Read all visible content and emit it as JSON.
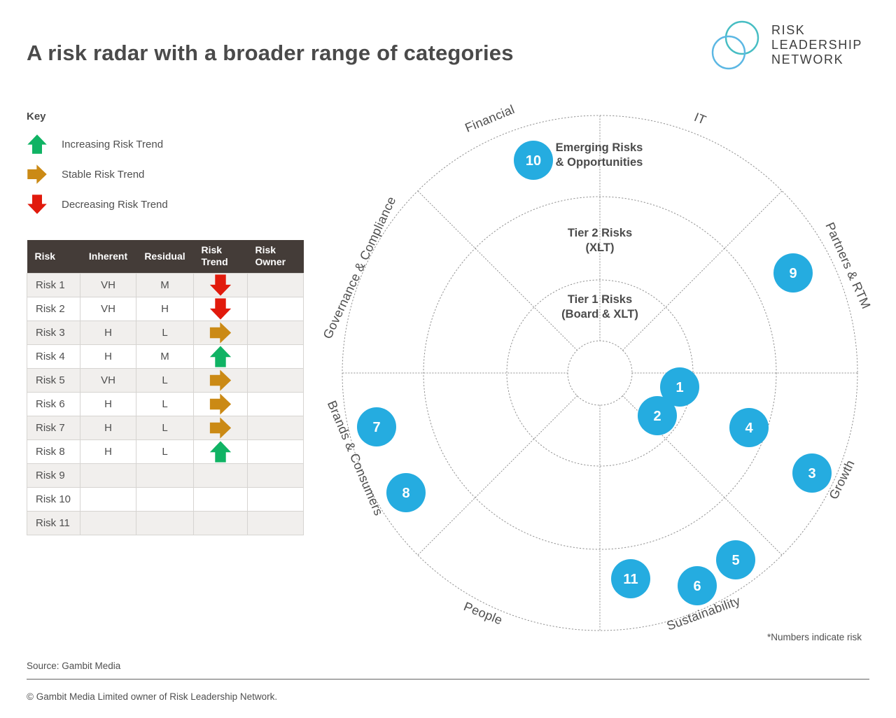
{
  "page": {
    "title": "A risk radar with a broader range of categories",
    "note": "*Numbers indicate risk",
    "source": "Source: Gambit Media",
    "copyright": "© Gambit Media Limited owner of Risk Leadership Network."
  },
  "logo": {
    "line1": "RISK",
    "line2": "LEADERSHIP",
    "line3": "NETWORK"
  },
  "colors": {
    "accent_blue": "#25ace0",
    "trend_up_green": "#10b364",
    "trend_stable_orange": "#cb8a15",
    "trend_down_red": "#e11a0c",
    "table_header_bg": "#443c38",
    "logo_circle_teal": "#46bdc3",
    "logo_circle_blue": "#5bb7e3"
  },
  "key": {
    "heading": "Key",
    "items": [
      {
        "trend": "up",
        "label": "Increasing Risk Trend"
      },
      {
        "trend": "right",
        "label": "Stable Risk Trend"
      },
      {
        "trend": "down",
        "label": "Decreasing Risk Trend"
      }
    ]
  },
  "table": {
    "headers": [
      "Risk",
      "Inherent",
      "Residual",
      "Risk Trend",
      "Risk Owner"
    ],
    "rows": [
      {
        "risk": "Risk 1",
        "inherent": "VH",
        "residual": "M",
        "trend": "down",
        "owner": ""
      },
      {
        "risk": "Risk 2",
        "inherent": "VH",
        "residual": "H",
        "trend": "down",
        "owner": ""
      },
      {
        "risk": "Risk 3",
        "inherent": "H",
        "residual": "L",
        "trend": "right",
        "owner": ""
      },
      {
        "risk": "Risk 4",
        "inherent": "H",
        "residual": "M",
        "trend": "up",
        "owner": ""
      },
      {
        "risk": "Risk 5",
        "inherent": "VH",
        "residual": "L",
        "trend": "right",
        "owner": ""
      },
      {
        "risk": "Risk 6",
        "inherent": "H",
        "residual": "L",
        "trend": "right",
        "owner": ""
      },
      {
        "risk": "Risk 7",
        "inherent": "H",
        "residual": "L",
        "trend": "right",
        "owner": ""
      },
      {
        "risk": "Risk 8",
        "inherent": "H",
        "residual": "L",
        "trend": "up",
        "owner": ""
      },
      {
        "risk": "Risk 9",
        "inherent": "",
        "residual": "",
        "trend": "",
        "owner": ""
      },
      {
        "risk": "Risk 10",
        "inherent": "",
        "residual": "",
        "trend": "",
        "owner": ""
      },
      {
        "risk": "Risk 11",
        "inherent": "",
        "residual": "",
        "trend": "",
        "owner": ""
      }
    ]
  },
  "radar": {
    "categories": [
      "Financial",
      "IT",
      "Partners & RTM",
      "Growth",
      "Sustainability",
      "People",
      "Brands & Consumers",
      "Governance & Compliance"
    ],
    "ring_labels": [
      {
        "line1": "Emerging Risks",
        "line2": "& Opportunities"
      },
      {
        "line1": "Tier 2 Risks",
        "line2": "(XLT)"
      },
      {
        "line1": "Tier 1 Risks",
        "line2": "(Board & XLT)"
      }
    ],
    "points": [
      {
        "label": "1"
      },
      {
        "label": "2"
      },
      {
        "label": "3"
      },
      {
        "label": "4"
      },
      {
        "label": "5"
      },
      {
        "label": "6"
      },
      {
        "label": "7"
      },
      {
        "label": "8"
      },
      {
        "label": "9"
      },
      {
        "label": "10"
      },
      {
        "label": "11"
      }
    ]
  },
  "chart_data": {
    "type": "radar",
    "title": "A risk radar with a broader range of categories",
    "categories": [
      "Financial",
      "IT",
      "Partners & RTM",
      "Growth",
      "Sustainability",
      "People",
      "Brands & Consumers",
      "Governance & Compliance"
    ],
    "rings": [
      "Tier 1 Risks (Board & XLT)",
      "Tier 2 Risks (XLT)",
      "Emerging Risks & Opportunities"
    ],
    "points": [
      {
        "risk": 1,
        "category": "Growth",
        "ring": "Tier 1 Risks (Board & XLT)"
      },
      {
        "risk": 2,
        "category": "Growth",
        "ring": "Tier 1 Risks (Board & XLT)"
      },
      {
        "risk": 3,
        "category": "Growth",
        "ring": "Emerging Risks & Opportunities"
      },
      {
        "risk": 4,
        "category": "Growth",
        "ring": "Tier 2 Risks (XLT)"
      },
      {
        "risk": 5,
        "category": "Sustainability",
        "ring": "Emerging Risks & Opportunities"
      },
      {
        "risk": 6,
        "category": "Sustainability",
        "ring": "Emerging Risks & Opportunities"
      },
      {
        "risk": 7,
        "category": "Brands & Consumers",
        "ring": "Emerging Risks & Opportunities"
      },
      {
        "risk": 8,
        "category": "Brands & Consumers",
        "ring": "Emerging Risks & Opportunities"
      },
      {
        "risk": 9,
        "category": "Partners & RTM",
        "ring": "Emerging Risks & Opportunities"
      },
      {
        "risk": 10,
        "category": "Financial",
        "ring": "Emerging Risks & Opportunities"
      },
      {
        "risk": 11,
        "category": "Sustainability",
        "ring": "Emerging Risks & Opportunities"
      }
    ]
  }
}
